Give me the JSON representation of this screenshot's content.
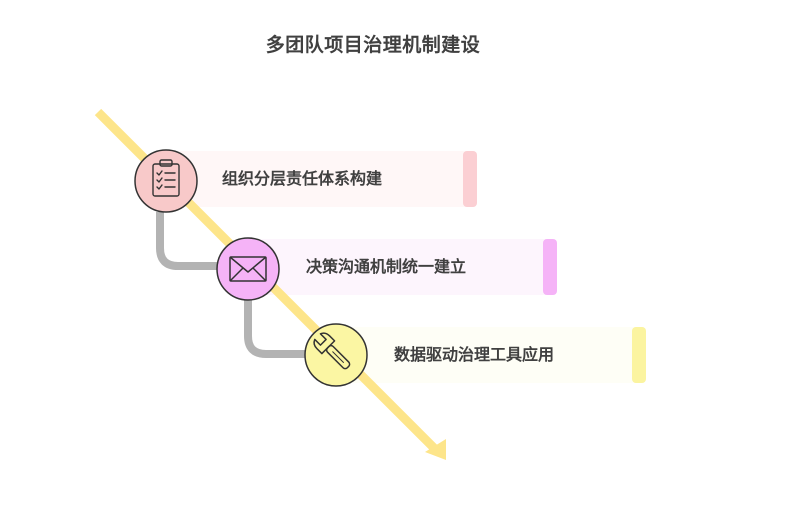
{
  "title": "多团队项目治理机制建设",
  "steps": [
    {
      "label": "组织分层责任体系构建",
      "icon": "clipboard-checklist-icon",
      "circle_color": "#f8c9c9",
      "panel_color": "#fff7f7",
      "accent_color": "#fbcfd3"
    },
    {
      "label": "决策沟通机制统一建立",
      "icon": "envelope-icon",
      "circle_color": "#f5b3f7",
      "panel_color": "#fdf5fd",
      "accent_color": "#f5b3f7"
    },
    {
      "label": "数据驱动治理工具应用",
      "icon": "wrench-icon",
      "circle_color": "#fbf6a3",
      "panel_color": "#fefef6",
      "accent_color": "#fbf4a0"
    }
  ],
  "colors": {
    "arrow": "#fde58a",
    "connector": "#b3b3b3",
    "text": "#404040",
    "icon_stroke": "#333333"
  }
}
